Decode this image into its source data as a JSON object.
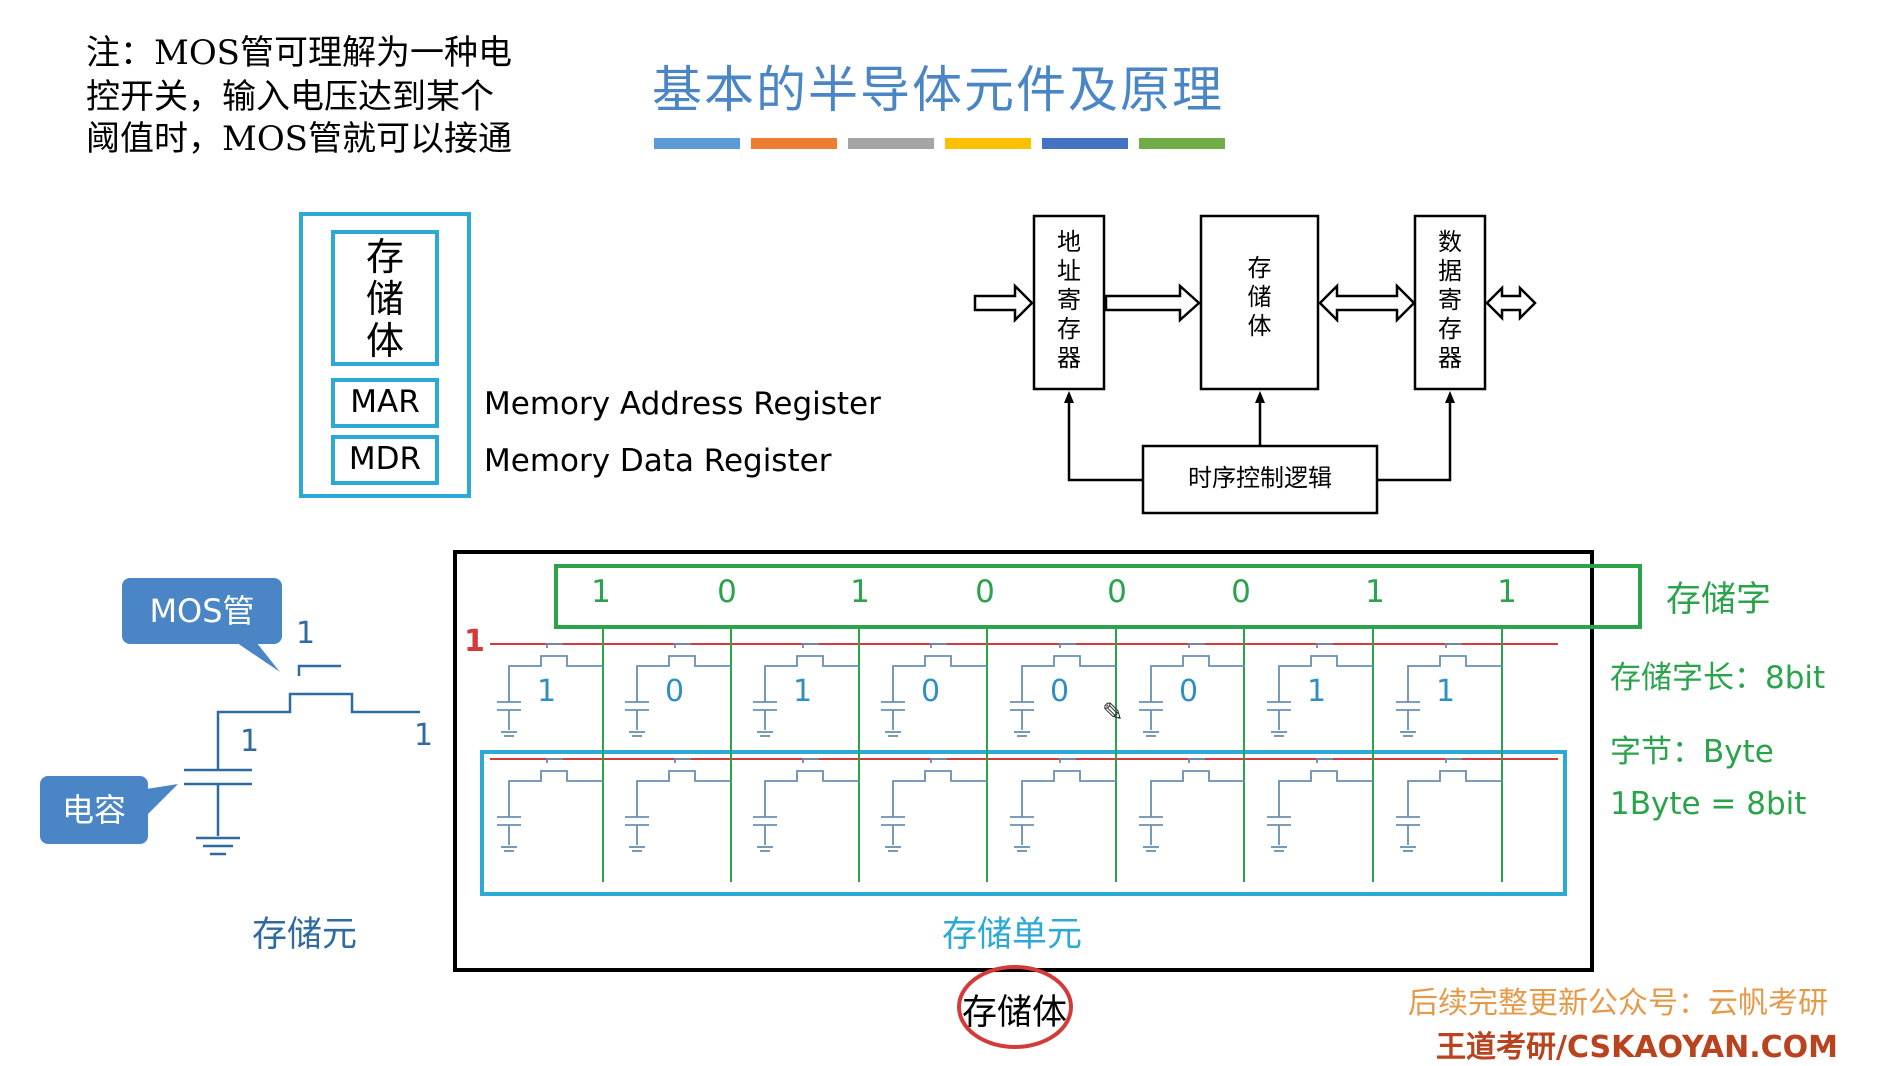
{
  "note": {
    "line1": "注：MOS管可理解为一种电",
    "line2": "控开关，输入电压达到某个",
    "line3": "阈值时，MOS管就可以接通"
  },
  "title": "基本的半导体元件及原理",
  "title_bar_colors": [
    "#5b9bd5",
    "#ed7d31",
    "#a5a5a5",
    "#ffc000",
    "#4472c4",
    "#70ad47"
  ],
  "memory_box": {
    "storage_label": "存储体",
    "mar": "MAR",
    "mdr": "MDR",
    "mar_desc": "Memory Address Register",
    "mdr_desc": "Memory Data Register"
  },
  "block_diagram": {
    "addr_reg": "地址寄存器",
    "storage": "存储体",
    "data_reg": "数据寄存器",
    "timing": "时序控制逻辑"
  },
  "cell": {
    "mos_callout": "MOS管",
    "cap_callout": "电容",
    "gate_value": "1",
    "drain_value": "1",
    "source_value": "1",
    "caption": "存储元"
  },
  "array": {
    "word_bits": [
      "1",
      "0",
      "1",
      "0",
      "0",
      "0",
      "1",
      "1"
    ],
    "cell_bits": [
      "1",
      "0",
      "1",
      "0",
      "0",
      "0",
      "1",
      "1"
    ],
    "row_select": "1",
    "unit_caption": "存储单元",
    "word_label": "存储字",
    "body_caption": "存储体"
  },
  "side_info": {
    "word_length": "存储字长：8bit",
    "byte_label": "字节：Byte",
    "byte_eq": "1Byte = 8bit"
  },
  "footer": {
    "line1": "后续完整更新公众号：云帆考研",
    "line2": "王道考研/CSKAOYAN.COM"
  },
  "colors": {
    "title": "#4a86c6",
    "green": "#2aa34a",
    "cyan": "#2ca9d6",
    "red": "#d33a3a",
    "callout": "#4a86c6",
    "footer": "#e59a4a"
  }
}
